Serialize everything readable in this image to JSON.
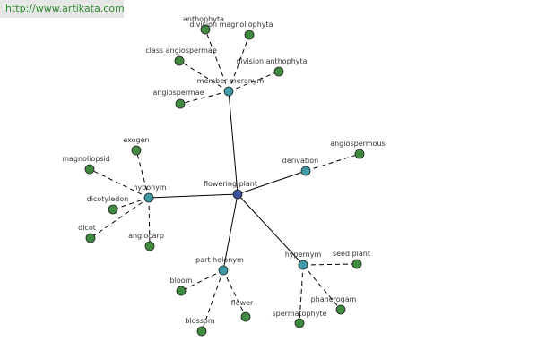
{
  "watermark": {
    "url": "http://www.artikata.com"
  },
  "colors": {
    "center": "#3a4d9a",
    "relation": "#3f9aa5",
    "leaf": "#3f8a3f",
    "node_stroke": "#222222",
    "edge": "#000000",
    "label": "#333333"
  },
  "graph": {
    "center": {
      "id": "flowering_plant",
      "label": "flowering plant"
    },
    "relations": [
      {
        "id": "member_meronym",
        "label": "member meronym",
        "leaves": [
          {
            "id": "anthophyta_1",
            "label": "anthophyta"
          },
          {
            "id": "division_magnoliophyta",
            "label": "division magnoliophyta"
          },
          {
            "id": "class_angiospermae",
            "label": "class angiospermae"
          },
          {
            "id": "division_anthophyta",
            "label": "division anthophyta"
          },
          {
            "id": "angiospermae",
            "label": "angiospermae"
          }
        ]
      },
      {
        "id": "derivation",
        "label": "derivation",
        "leaves": [
          {
            "id": "angiospermous",
            "label": "angiospermous"
          }
        ]
      },
      {
        "id": "hyponym",
        "label": "hyponym",
        "leaves": [
          {
            "id": "exogen",
            "label": "exogen"
          },
          {
            "id": "magnoliopsid",
            "label": "magnoliopsid"
          },
          {
            "id": "dicotyledon",
            "label": "dicotyledon"
          },
          {
            "id": "dicot",
            "label": "dicot"
          },
          {
            "id": "angiocarp",
            "label": "angiocarp"
          }
        ]
      },
      {
        "id": "part_holonym",
        "label": "part holonym",
        "leaves": [
          {
            "id": "bloom",
            "label": "bloom"
          },
          {
            "id": "flower",
            "label": "flower"
          },
          {
            "id": "blossom",
            "label": "blossom"
          }
        ]
      },
      {
        "id": "hypernym",
        "label": "hypernym",
        "leaves": [
          {
            "id": "seed_plant",
            "label": "seed plant"
          },
          {
            "id": "phanerogam",
            "label": "phanerogam"
          },
          {
            "id": "spermatophyte",
            "label": "spermatophyte"
          }
        ]
      }
    ]
  }
}
